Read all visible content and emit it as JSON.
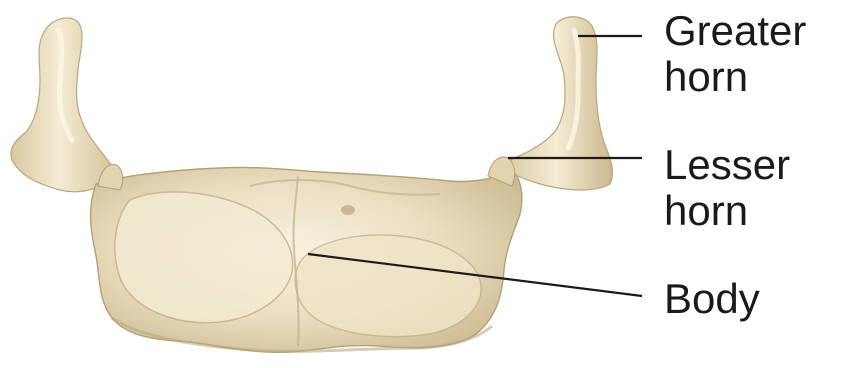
{
  "labels": {
    "greater_horn_line1": "Greater",
    "greater_horn_line2": "horn",
    "lesser_horn_line1": "Lesser",
    "lesser_horn_line2": "horn",
    "body": "Body"
  },
  "colors": {
    "bone_base": "#e8dcbc",
    "bone_light": "#f6f0dc",
    "bone_shadow": "#c8b68e",
    "bone_dark": "#a8966c",
    "leader_line": "#1a1a1a",
    "text": "#1a1a1a"
  }
}
